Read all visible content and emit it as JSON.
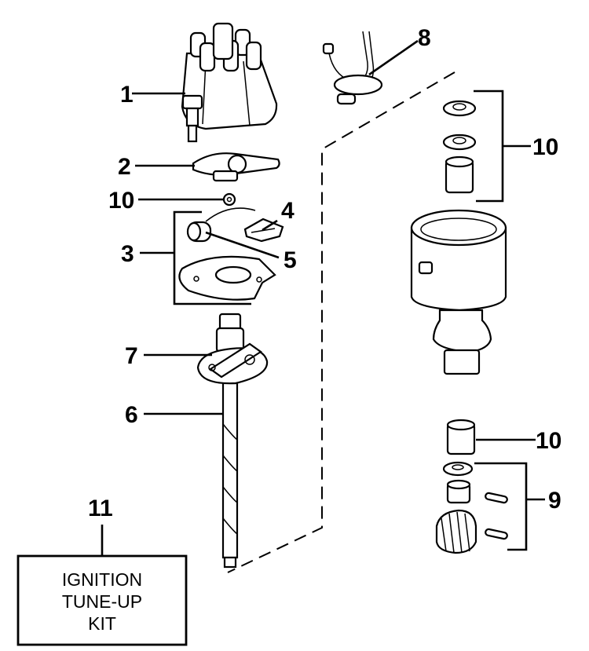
{
  "colors": {
    "ink": "#000000",
    "paper": "#ffffff"
  },
  "callouts": {
    "c1": "1",
    "c2": "2",
    "c3": "3",
    "c4": "4",
    "c5": "5",
    "c6": "6",
    "c7": "7",
    "c8": "8",
    "c9": "9",
    "c10a": "10",
    "c10b": "10",
    "c10c": "10",
    "c11": "11"
  },
  "kit_box": {
    "line1": "IGNITION",
    "line2": "TUNE-UP",
    "line3": "KIT"
  }
}
